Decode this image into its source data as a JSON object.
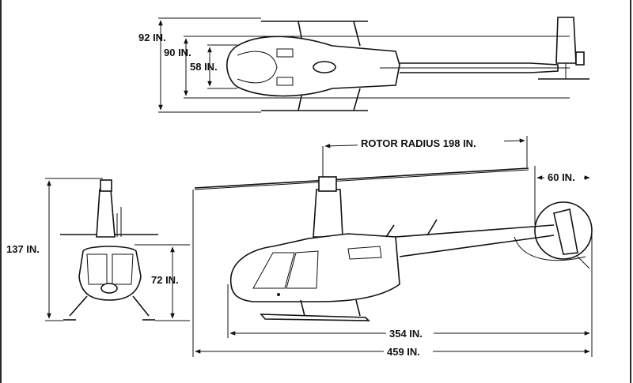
{
  "diagram": {
    "top_view": {
      "width_skids": "92 IN.",
      "width_stabilizer": "90 IN.",
      "width_cabin": "58 IN."
    },
    "front_view": {
      "height_overall": "137 IN.",
      "height_cabin": "72 IN."
    },
    "side_view": {
      "rotor_radius": "ROTOR RADIUS 198 IN.",
      "tail_rotor_diameter": "60 IN.",
      "fuselage_length": "354 IN.",
      "overall_length": "459 IN."
    }
  }
}
